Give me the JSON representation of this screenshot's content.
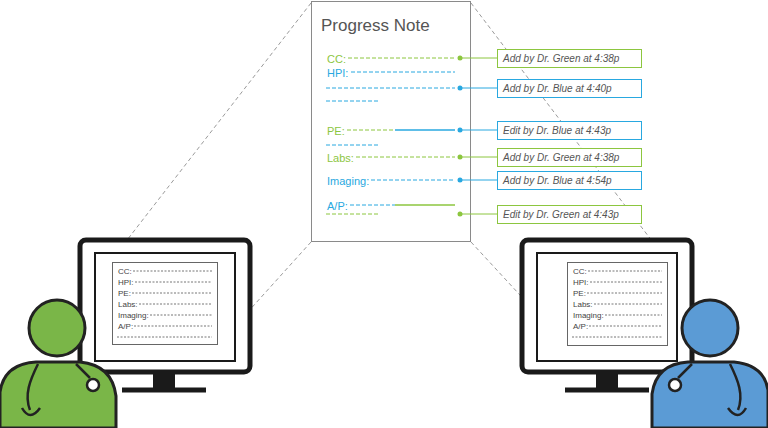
{
  "diagram": {
    "nodes": [
      {
        "text": [
          "Progress Note",
          "CC:",
          "HPI:",
          "PE:",
          "Labs:",
          "Imaging:",
          "A/P:"
        ]
      },
      {
        "text": [
          "Add by Dr. Green at 4:38p"
        ]
      },
      {
        "text": [
          "Add by Dr. Blue at 4:40p"
        ]
      },
      {
        "text": [
          "Edit by Dr. Blue at 4:43p"
        ]
      },
      {
        "text": [
          "Add by Dr. Green at 4:38p"
        ]
      },
      {
        "text": [
          "Add by Dr. Blue at 4:54p"
        ]
      },
      {
        "text": [
          "Edit by Dr. Green at 4:43p"
        ]
      },
      {
        "text": [
          "CC:",
          "HPI:",
          "PE:",
          "Labs:",
          "Imaging:",
          "A/P:"
        ]
      },
      {
        "text": [
          "CC:",
          "HPI:",
          "PE:",
          "Labs:",
          "Imaging:",
          "A/P:"
        ]
      }
    ],
    "edges": [
      {
        "from": 0,
        "to": 1,
        "arrow": "none"
      },
      {
        "from": 0,
        "to": 2,
        "arrow": "none"
      },
      {
        "from": 0,
        "to": 3,
        "arrow": "none"
      },
      {
        "from": 0,
        "to": 4,
        "arrow": "none"
      },
      {
        "from": 0,
        "to": 5,
        "arrow": "none"
      },
      {
        "from": 0,
        "to": 6,
        "arrow": "none"
      }
    ]
  }
}
